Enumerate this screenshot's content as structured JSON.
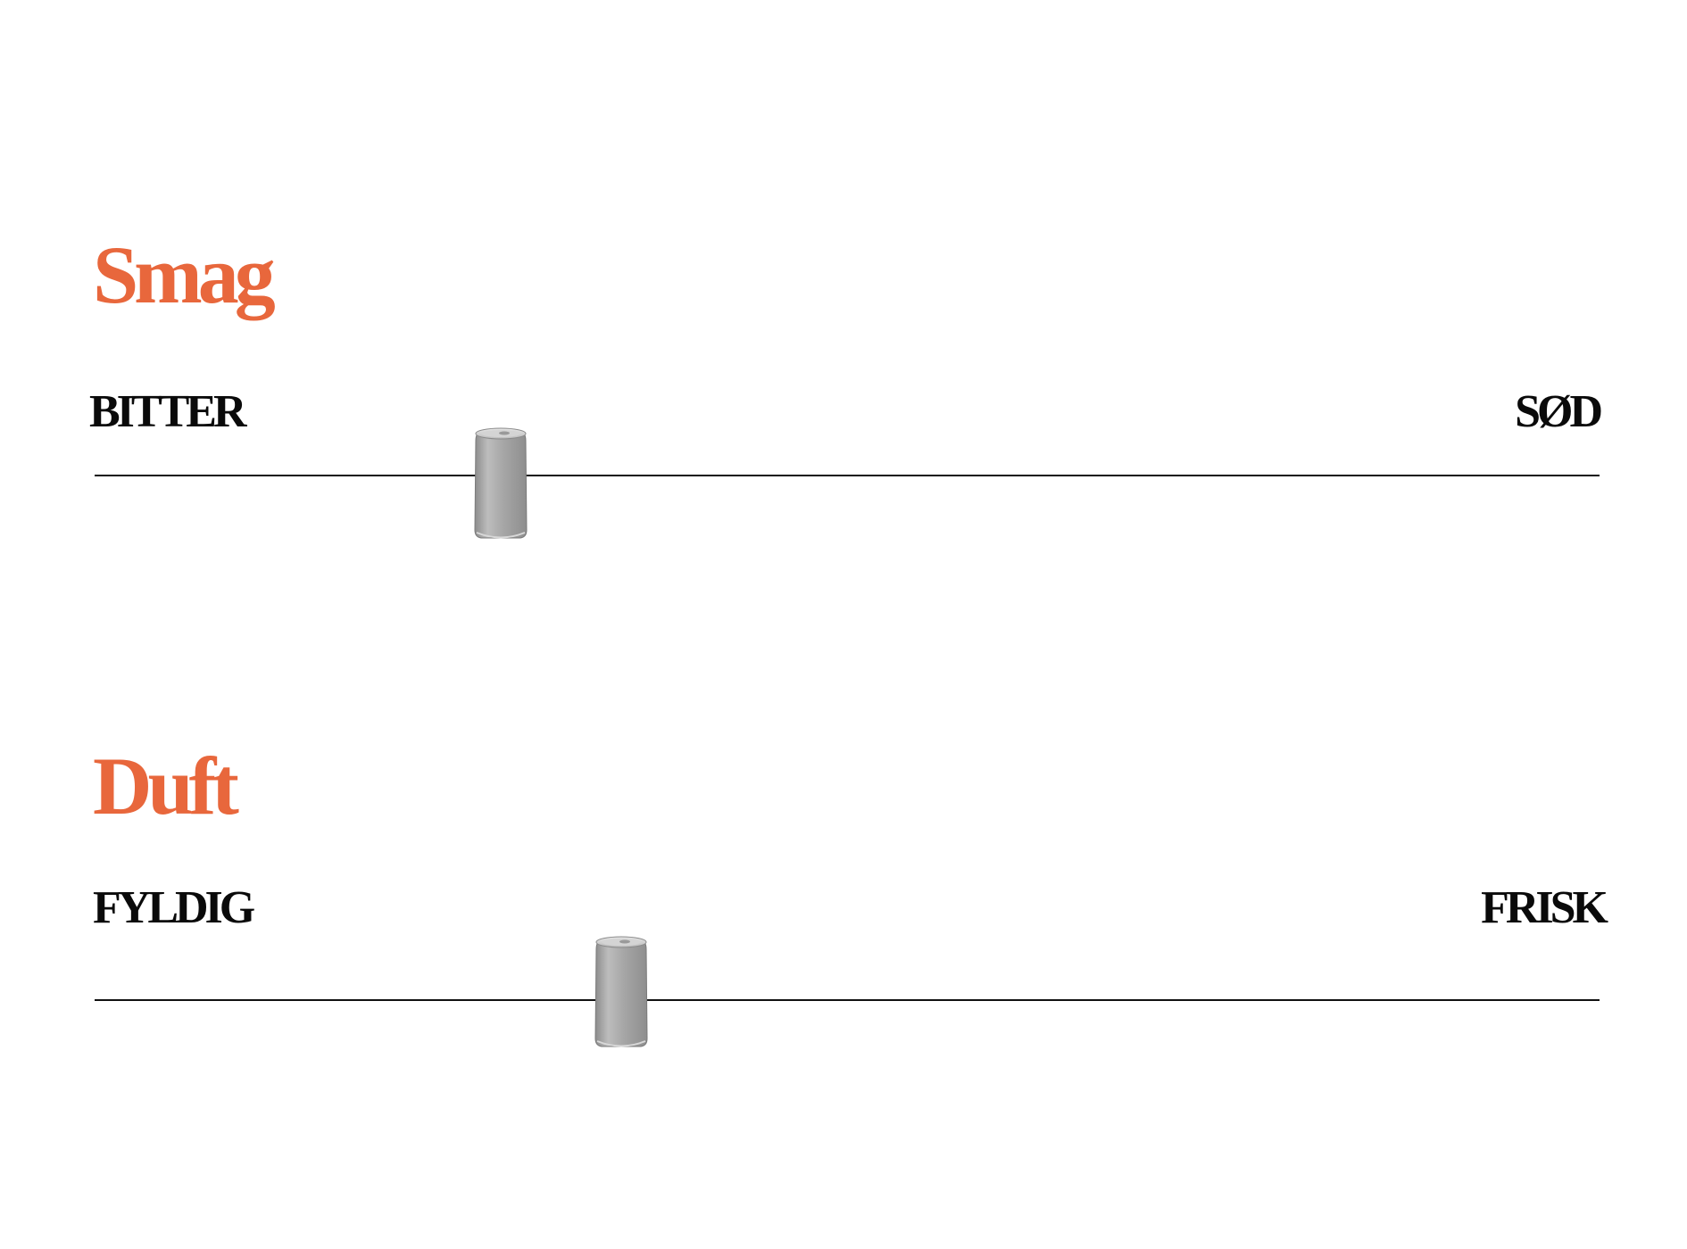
{
  "theme": {
    "accent": "#E8673C",
    "text": "#0A0A0A",
    "track": "#111111",
    "can": "#A9A9A9"
  },
  "sliders": [
    {
      "title": "Smag",
      "left_label": "BITTER",
      "right_label": "SØD",
      "value": 0.27,
      "thumb_icon": "can-icon"
    },
    {
      "title": "Duft",
      "left_label": "FYLDIG",
      "right_label": "FRISK",
      "value": 0.35,
      "thumb_icon": "can-icon"
    }
  ]
}
